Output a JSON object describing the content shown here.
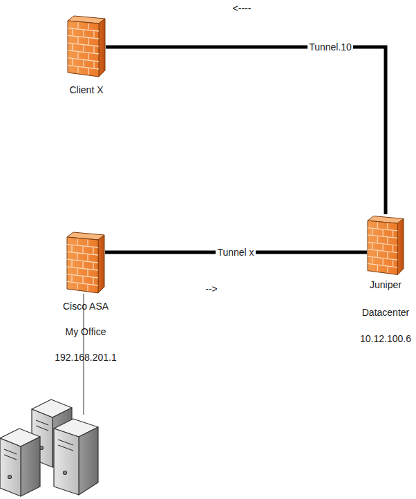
{
  "diagram": {
    "nodes": [
      {
        "text": [
          "Client X"
        ]
      },
      {
        "text": [
          "Cisco ASA",
          "My Office",
          "192.168.201.1"
        ]
      },
      {
        "text": [
          "Juniper",
          "Datacenter",
          "10.12.100.6"
        ]
      }
    ],
    "edges": [
      {
        "from": 0,
        "to": 2,
        "label": "Tunnel.10",
        "arrow": "none"
      },
      {
        "from": 1,
        "to": 2,
        "label": "Tunnel x",
        "arrow": "none"
      }
    ],
    "labels": [
      "<----",
      "-->"
    ]
  }
}
